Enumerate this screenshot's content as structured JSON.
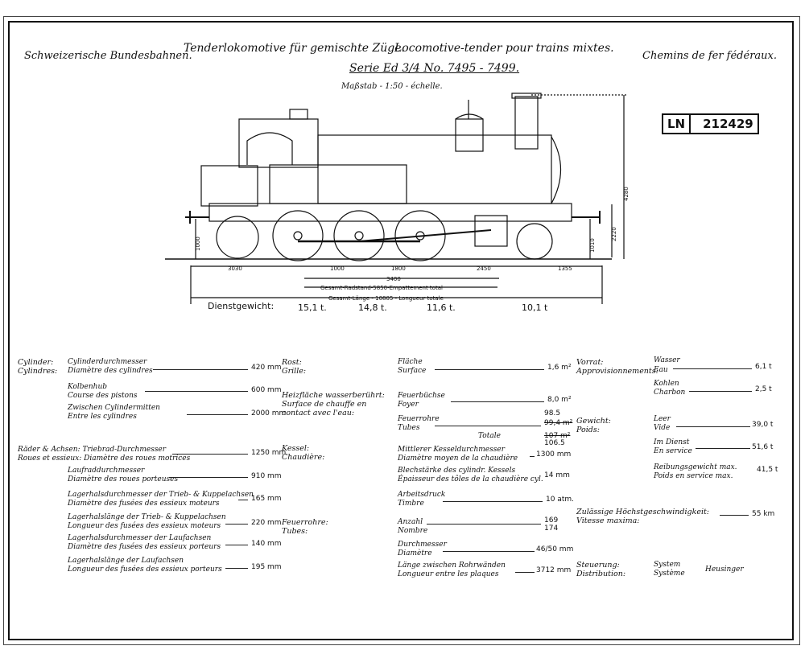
{
  "header": {
    "left": "Schweizerische Bundesbahnen.",
    "title_de": "Tenderlokomotive für gemischte Züge.",
    "title_fr": "Locomotive-tender pour trains mixtes.",
    "right": "Chemins de fer fédéraux.",
    "series": "Serie Ed 3/4 No. 7495 - 7499.",
    "scale": "Maßstab - 1:50 - échelle."
  },
  "stamp": {
    "prefix": "LN",
    "number": "212429"
  },
  "dimensions": {
    "d1": "3030",
    "d2": "1000",
    "d3": "1800",
    "d4": "2450",
    "d5": "1355",
    "d6": "3400",
    "wheelbase": "Gesamt-Radstand-5850-Empattement total",
    "length": "Gesamt-Länge - 10805 - Longueur totale",
    "h1": "1000",
    "h2": "1010",
    "h3": "2220",
    "h4": "4280"
  },
  "weights": {
    "label": "Dienstgewicht:",
    "values": [
      "15,1 t.",
      "14,8 t.",
      "11,6 t.",
      "10,1 t"
    ]
  },
  "specs": {
    "col1": [
      {
        "de": "Cylinder:",
        "fr": "Cylindres:"
      },
      {
        "de": "Cylinderdurchmesser",
        "fr": "Diamètre des cylindres",
        "val": "420 mm"
      },
      {
        "de": "Kolbenhub",
        "fr": "Course des pistons",
        "val": "600 mm"
      },
      {
        "de": "Zwischen Cylindermitten",
        "fr": "Entre les cylindres",
        "val": "2000 mm"
      },
      {
        "de": "Räder & Achsen: Triebrad-Durchmesser",
        "fr": "Roues et essieux: Diamètre des roues motrices",
        "val": "1250 mm"
      },
      {
        "de": "Laufraddurchmesser",
        "fr": "Diamètre des roues porteuses",
        "val": "910 mm"
      },
      {
        "de": "Lagerhalsdurchmesser der Trieb- & Kuppelachsen",
        "fr": "Diamètre des fusées des essieux moteurs",
        "val": "165 mm"
      },
      {
        "de": "Lagerhalslänge der Trieb- & Kuppelachsen",
        "fr": "Longueur des fusées des essieux moteurs",
        "val": "220 mm"
      },
      {
        "de": "Lagerhalsdurchmesser der Laufachsen",
        "fr": "Diamètre des fusées des essieux porteurs",
        "val": "140 mm"
      },
      {
        "de": "Lagerhalslänge der Laufachsen",
        "fr": "Longueur des fusées des essieux porteurs",
        "val": "195 mm"
      }
    ],
    "col2": [
      {
        "de": "Rost:",
        "fr": "Grille:"
      },
      {
        "de": "Heizfläche wasserberührt:",
        "fr": "Surface de chauffe en contact avec l'eau:"
      },
      {
        "de": "Kessel:",
        "fr": "Chaudière:"
      },
      {
        "de": "Feuerrohre:",
        "fr": "Tubes:"
      }
    ],
    "col3": [
      {
        "de": "Fläche",
        "fr": "Surface",
        "val": "1,6 m²"
      },
      {
        "de": "Feuerbüchse",
        "fr": "Foyer",
        "val": "8,0 m²"
      },
      {
        "de": "Feuerrohre",
        "fr": "Tubes",
        "val": "99,4 m²",
        "alt": "98.5"
      },
      {
        "de": "Totale",
        "fr": "",
        "val": "107 m²",
        "alt": "106.5"
      },
      {
        "de": "Mittlerer Kesseldurchmesser",
        "fr": "Diamètre moyen de la chaudière",
        "val": "1300 mm"
      },
      {
        "de": "Blechstärke des cylindr. Kessels",
        "fr": "Épaisseur des tôles de la chaudière cyl.",
        "val": "14 mm"
      },
      {
        "de": "Arbeitsdruck",
        "fr": "Timbre",
        "val": "10 atm."
      },
      {
        "de": "Anzahl",
        "fr": "Nombre",
        "val": "169",
        "alt": "174"
      },
      {
        "de": "Durchmesser",
        "fr": "Diamètre",
        "val": "46/50 mm"
      },
      {
        "de": "Länge zwischen Rohrwänden",
        "fr": "Longueur entre les plaques",
        "val": "3712 mm"
      }
    ],
    "col4": [
      {
        "de": "Vorrat:",
        "fr": "Approvisionnements:"
      },
      {
        "de": "Gewicht:",
        "fr": "Poids:"
      },
      {
        "de": "Zulässige Höchstgeschwindigkeit:",
        "fr": "Vitesse maxima:",
        "val": "55 km"
      },
      {
        "de": "Steuerung:",
        "fr": "Distribution:"
      }
    ],
    "col5": [
      {
        "de": "Wasser",
        "fr": "Eau",
        "val": "6,1 t"
      },
      {
        "de": "Kohlen",
        "fr": "Charbon",
        "val": "2,5 t"
      },
      {
        "de": "Leer",
        "fr": "Vide",
        "val": "39,0 t"
      },
      {
        "de": "Im Dienst",
        "fr": "En service",
        "val": "51,6 t"
      },
      {
        "de": "Reibungsgewicht max.",
        "fr": "Poids en service max.",
        "val": "41,5 t"
      },
      {
        "de": "System",
        "fr": "Système",
        "val": "Heusinger"
      }
    ]
  }
}
